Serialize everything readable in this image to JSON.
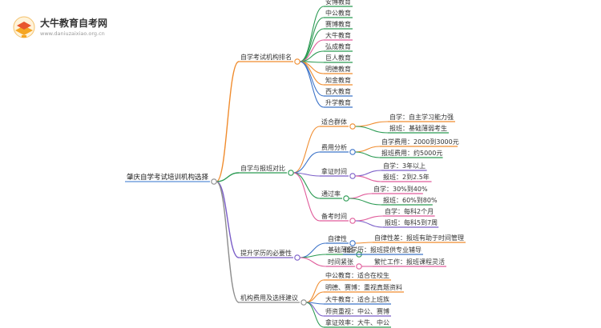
{
  "brand": {
    "title": "大牛教育自考网",
    "url": "www.daniuzaixiao.org.cn"
  },
  "root": "肇庆自学考试培训机构选择",
  "colors": {
    "orange": "#f08c2e",
    "purple": "#7b5ec8",
    "blue": "#3c73c8",
    "green": "#2a9a52",
    "pink": "#e05b9a",
    "gray": "#8c8c8c",
    "root_line": "#5b8fd6"
  },
  "branches": [
    {
      "label": "自学考试机构排名",
      "color": "orange",
      "children": [
        {
          "label": "安博教育",
          "color": "green"
        },
        {
          "label": "中公教育",
          "color": "green"
        },
        {
          "label": "赛博教育",
          "color": "green"
        },
        {
          "label": "大牛教育",
          "color": "pink"
        },
        {
          "label": "弘成教育",
          "color": "green"
        },
        {
          "label": "巨人教育",
          "color": "green"
        },
        {
          "label": "明德教育",
          "color": "orange"
        },
        {
          "label": "知金教育",
          "color": "orange"
        },
        {
          "label": "西大教育",
          "color": "blue"
        },
        {
          "label": "升学教育",
          "color": "blue"
        }
      ]
    },
    {
      "label": "自学与报班对比",
      "color": "green",
      "children": [
        {
          "label": "适合群体",
          "color": "orange",
          "children": [
            {
              "label": "自学：自主学习能力强",
              "color": "orange"
            },
            {
              "label": "报班：基础薄弱考生",
              "color": "green"
            }
          ]
        },
        {
          "label": "费用分析",
          "color": "blue",
          "children": [
            {
              "label": "自学费用：2000到3000元",
              "color": "orange"
            },
            {
              "label": "报班费用：约5000元",
              "color": "green"
            }
          ]
        },
        {
          "label": "拿证时间",
          "color": "purple",
          "children": [
            {
              "label": "自学：3年以上",
              "color": "purple"
            },
            {
              "label": "报班：2到2.5年",
              "color": "pink"
            }
          ]
        },
        {
          "label": "通过率",
          "color": "green",
          "children": [
            {
              "label": "自学：30%到40%",
              "color": "pink"
            },
            {
              "label": "报班：60%到80%",
              "color": "green"
            }
          ]
        },
        {
          "label": "备考时间",
          "color": "pink",
          "children": [
            {
              "label": "自学：每科2个月",
              "color": "pink"
            },
            {
              "label": "报班：每科5到7周",
              "color": "purple"
            }
          ]
        }
      ]
    },
    {
      "label": "提升学历的必要性",
      "color": "purple",
      "children": [
        {
          "label": "自律性",
          "color": "blue",
          "children": [
            {
              "label": "自律性差：报班有助于时间管理",
              "color": "orange"
            }
          ]
        },
        {
          "label": "基础薄弱",
          "color": "green",
          "children": [
            {
              "label": "低学历：报班提供专业辅导",
              "color": "blue"
            }
          ]
        },
        {
          "label": "时间紧张",
          "color": "pink",
          "children": [
            {
              "label": "繁忙工作：报班课程灵活",
              "color": "pink"
            }
          ]
        }
      ]
    },
    {
      "label": "机构费用及选择建议",
      "color": "gray",
      "children": [
        {
          "label": "中公教育：适合在校生",
          "color": "orange"
        },
        {
          "label": "明德、赛博：重视真题资料",
          "color": "orange"
        },
        {
          "label": "大牛教育：适合上班族",
          "color": "blue"
        },
        {
          "label": "师资重视：中公、赛博",
          "color": "purple"
        },
        {
          "label": "拿证效率：大牛、中公",
          "color": "green"
        }
      ]
    }
  ]
}
